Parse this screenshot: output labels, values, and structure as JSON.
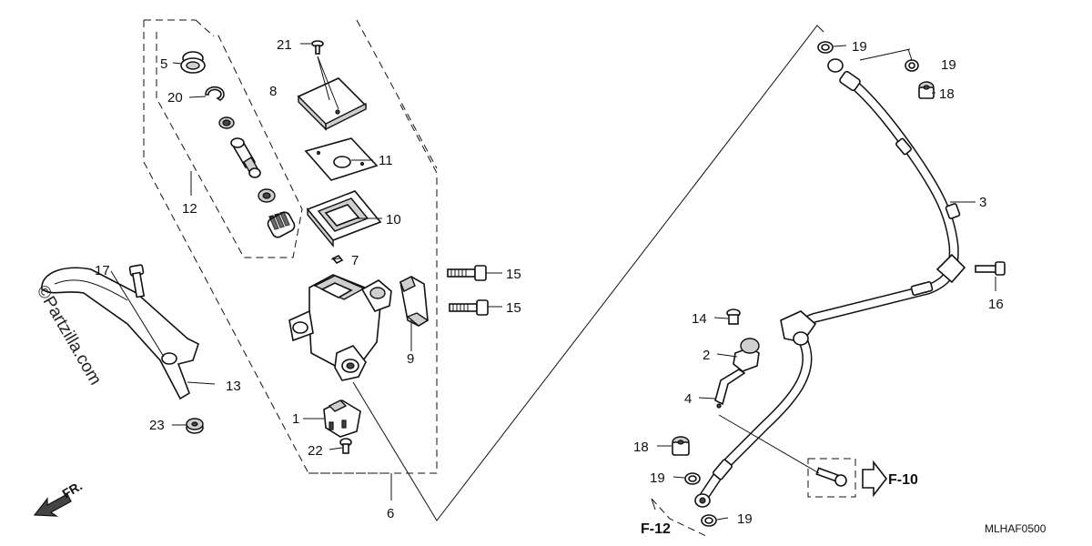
{
  "callouts": {
    "p1": "1",
    "p2": "2",
    "p3": "3",
    "p4": "4",
    "p5": "5",
    "p6": "6",
    "p7": "7",
    "p8": "8",
    "p9": "9",
    "p10": "10",
    "p11": "11",
    "p12": "12",
    "p13": "13",
    "p14": "14",
    "p15a": "15",
    "p15b": "15",
    "p16": "16",
    "p17": "17",
    "p18a": "18",
    "p18b": "18",
    "p19a": "19",
    "p19b": "19",
    "p19c": "19",
    "p19d": "19",
    "p20": "20",
    "p21": "21",
    "p22": "22",
    "p23": "23"
  },
  "references": {
    "f10": "F-10",
    "f12": "F-12"
  },
  "direction_label": "FR.",
  "watermark": "©Partzilla.com",
  "diagram_code": "MLHAF0500",
  "colors": {
    "line": "#111111",
    "background": "#ffffff"
  },
  "icons": [
    "front-direction-arrow-icon",
    "reference-arrow-icon"
  ]
}
